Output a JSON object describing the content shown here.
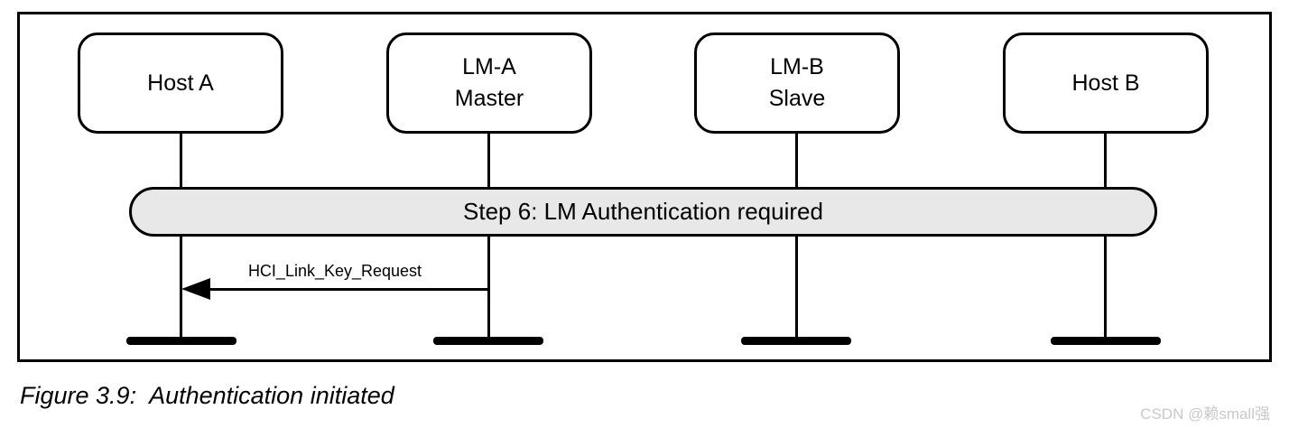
{
  "figure": {
    "caption": "Figure 3.9:  Authentication initiated",
    "watermark": "CSDN @赖small强"
  },
  "diagram": {
    "nodes": [
      {
        "id": "host-a",
        "lines": [
          "Host A"
        ]
      },
      {
        "id": "lm-a",
        "lines": [
          "LM-A",
          "Master"
        ]
      },
      {
        "id": "lm-b",
        "lines": [
          "LM-B",
          "Slave"
        ]
      },
      {
        "id": "host-b",
        "lines": [
          "Host B"
        ]
      }
    ],
    "banner": {
      "label": "Step 6: LM Authentication required"
    },
    "message": {
      "label": "HCI_Link_Key_Request",
      "from": "LM-A Master",
      "to": "Host A",
      "direction": "left"
    }
  },
  "colors": {
    "stroke": "#000000",
    "banner_fill": "#e8e8e8",
    "watermark": "#c9c9c9"
  }
}
